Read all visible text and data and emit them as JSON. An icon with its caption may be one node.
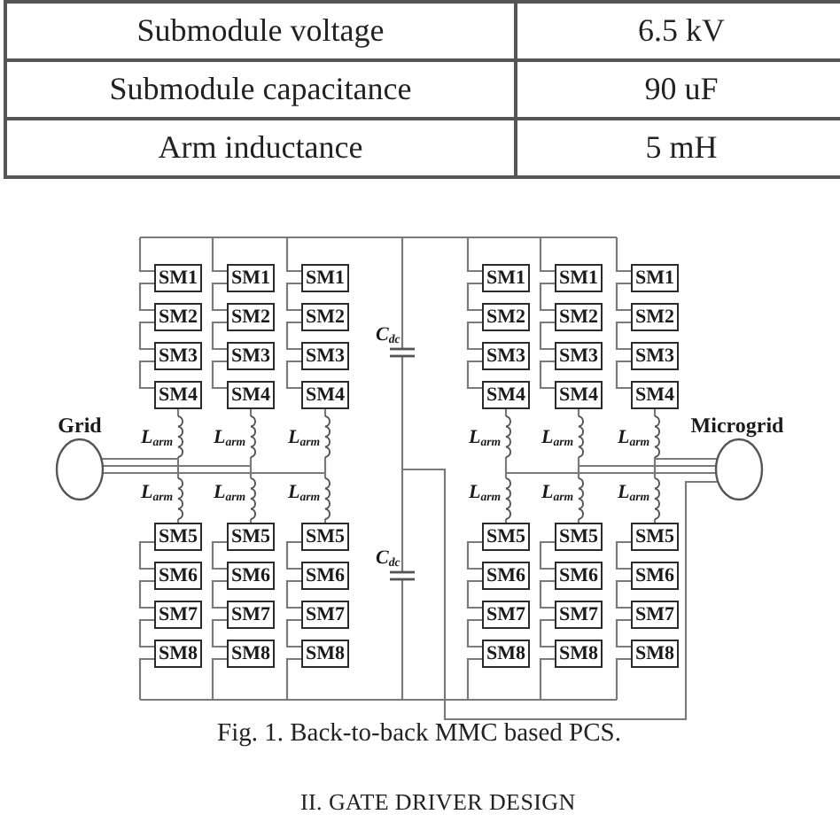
{
  "diagram": {
    "caption": "Fig. 1. Back-to-back MMC based PCS.",
    "nodes": [
      {
        "text": [
          "SM1"
        ]
      },
      {
        "text": [
          "SM1"
        ]
      },
      {
        "text": [
          "SM1"
        ]
      },
      {
        "text": [
          "SM1"
        ]
      },
      {
        "text": [
          "SM1"
        ]
      },
      {
        "text": [
          "SM1"
        ]
      },
      {
        "text": [
          "SM2"
        ]
      },
      {
        "text": [
          "SM2"
        ]
      },
      {
        "text": [
          "SM2"
        ]
      },
      {
        "text": [
          "SM2"
        ]
      },
      {
        "text": [
          "SM2"
        ]
      },
      {
        "text": [
          "SM2"
        ]
      },
      {
        "text": [
          "SM3"
        ]
      },
      {
        "text": [
          "SM3"
        ]
      },
      {
        "text": [
          "SM3"
        ]
      },
      {
        "text": [
          "SM3"
        ]
      },
      {
        "text": [
          "SM3"
        ]
      },
      {
        "text": [
          "SM3"
        ]
      },
      {
        "text": [
          "SM4"
        ]
      },
      {
        "text": [
          "SM4"
        ]
      },
      {
        "text": [
          "SM4"
        ]
      },
      {
        "text": [
          "SM4"
        ]
      },
      {
        "text": [
          "SM4"
        ]
      },
      {
        "text": [
          "SM4"
        ]
      },
      {
        "text": [
          "Grid"
        ]
      },
      {
        "text": [
          "Microgrid"
        ]
      },
      {
        "text": [
          "SM5"
        ]
      },
      {
        "text": [
          "SM5"
        ]
      },
      {
        "text": [
          "SM5"
        ]
      },
      {
        "text": [
          "SM5"
        ]
      },
      {
        "text": [
          "SM5"
        ]
      },
      {
        "text": [
          "SM5"
        ]
      },
      {
        "text": [
          "SM6"
        ]
      },
      {
        "text": [
          "SM6"
        ]
      },
      {
        "text": [
          "SM6"
        ]
      },
      {
        "text": [
          "SM6"
        ]
      },
      {
        "text": [
          "SM6"
        ]
      },
      {
        "text": [
          "SM6"
        ]
      },
      {
        "text": [
          "SM7"
        ]
      },
      {
        "text": [
          "SM7"
        ]
      },
      {
        "text": [
          "SM7"
        ]
      },
      {
        "text": [
          "SM7"
        ]
      },
      {
        "text": [
          "SM7"
        ]
      },
      {
        "text": [
          "SM7"
        ]
      },
      {
        "text": [
          "SM8"
        ]
      },
      {
        "text": [
          "SM8"
        ]
      },
      {
        "text": [
          "SM8"
        ]
      },
      {
        "text": [
          "SM8"
        ]
      },
      {
        "text": [
          "SM8"
        ]
      },
      {
        "text": [
          "SM8"
        ]
      }
    ],
    "edges": [
      {
        "from": 0,
        "to": 6,
        "arrow": "none"
      },
      {
        "from": 1,
        "to": 7,
        "arrow": "none"
      },
      {
        "from": 2,
        "to": 8,
        "arrow": "none"
      },
      {
        "from": 3,
        "to": 9,
        "arrow": "none"
      },
      {
        "from": 4,
        "to": 10,
        "arrow": "none"
      },
      {
        "from": 5,
        "to": 11,
        "arrow": "none"
      },
      {
        "from": 6,
        "to": 12,
        "arrow": "none"
      },
      {
        "from": 7,
        "to": 13,
        "arrow": "none"
      },
      {
        "from": 8,
        "to": 14,
        "arrow": "none"
      },
      {
        "from": 9,
        "to": 15,
        "arrow": "none"
      },
      {
        "from": 10,
        "to": 16,
        "arrow": "none"
      },
      {
        "from": 11,
        "to": 17,
        "arrow": "none"
      },
      {
        "from": 12,
        "to": 18,
        "arrow": "none"
      },
      {
        "from": 13,
        "to": 19,
        "arrow": "none"
      },
      {
        "from": 14,
        "to": 20,
        "arrow": "none"
      },
      {
        "from": 15,
        "to": 21,
        "arrow": "none"
      },
      {
        "from": 16,
        "to": 22,
        "arrow": "none"
      },
      {
        "from": 17,
        "to": 23,
        "arrow": "none"
      },
      {
        "from": 26,
        "to": 32,
        "arrow": "none"
      },
      {
        "from": 27,
        "to": 33,
        "arrow": "none"
      },
      {
        "from": 28,
        "to": 34,
        "arrow": "none"
      },
      {
        "from": 29,
        "to": 35,
        "arrow": "none"
      },
      {
        "from": 30,
        "to": 36,
        "arrow": "none"
      },
      {
        "from": 31,
        "to": 37,
        "arrow": "none"
      },
      {
        "from": 32,
        "to": 38,
        "arrow": "none"
      },
      {
        "from": 33,
        "to": 39,
        "arrow": "none"
      },
      {
        "from": 34,
        "to": 40,
        "arrow": "none"
      },
      {
        "from": 35,
        "to": 41,
        "arrow": "none"
      },
      {
        "from": 36,
        "to": 42,
        "arrow": "none"
      },
      {
        "from": 37,
        "to": 43,
        "arrow": "none"
      },
      {
        "from": 38,
        "to": 44,
        "arrow": "none"
      },
      {
        "from": 39,
        "to": 45,
        "arrow": "none"
      },
      {
        "from": 40,
        "to": 46,
        "arrow": "none"
      },
      {
        "from": 41,
        "to": 47,
        "arrow": "none"
      },
      {
        "from": 42,
        "to": 48,
        "arrow": "none"
      },
      {
        "from": 43,
        "to": 49,
        "arrow": "none"
      }
    ],
    "labels": [
      "Submodule voltage",
      "6.5 kV",
      "Submodule capacitance",
      "90 uF",
      "Arm inductance",
      "5 mH",
      "C$_{dc}$",
      "L$_{arm}$",
      "L$_{arm}$",
      "L$_{arm}$",
      "L$_{arm}$",
      "L$_{arm}$",
      "L$_{arm}$",
      "L$_{arm}$",
      "L$_{arm}$",
      "L$_{arm}$",
      "L$_{arm}$",
      "L$_{arm}$",
      "L$_{arm}$",
      "C$_{dc}$",
      "II. GATE DRIVER DESIGN"
    ]
  }
}
